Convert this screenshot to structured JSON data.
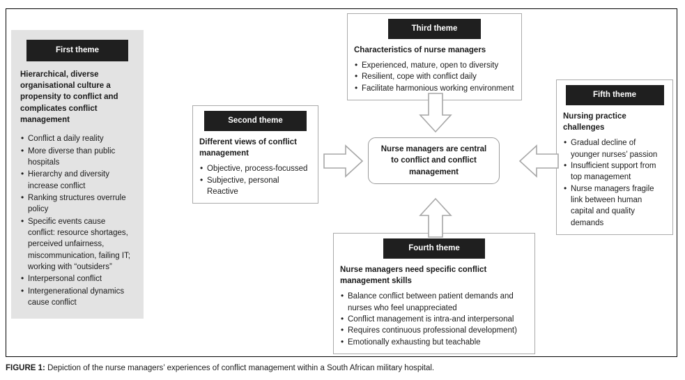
{
  "figure": {
    "caption_label": "FIGURE 1:",
    "caption_text": " Depiction of the nurse managers’ experiences of conflict management within a South African military hospital."
  },
  "center": {
    "text": "Nurse managers are central to conflict and conflict management"
  },
  "themes": {
    "first": {
      "header": "First theme",
      "subtitle": "Hierarchical, diverse organisational culture a propensity to conflict and complicates conflict management",
      "items": [
        "Conflict a daily reality",
        "More diverse than public hospitals",
        "Hierarchy and diversity increase conflict",
        "Ranking structures overrule policy",
        "Specific events cause conflict: resource shortages, perceived unfairness, miscommunication, failing IT; working with “outsiders”",
        "Interpersonal conflict",
        "Intergenerational dynamics cause conflict"
      ]
    },
    "second": {
      "header": "Second theme",
      "subtitle": "Different views of conflict management",
      "items": [
        "Objective, process-focussed",
        "Subjective, personal Reactive"
      ]
    },
    "third": {
      "header": "Third theme",
      "subtitle": "Characteristics of nurse managers",
      "items": [
        "Experienced, mature, open to diversity",
        "Resilient, cope with conflict daily",
        "Facilitate harmonious working environment"
      ]
    },
    "fourth": {
      "header": "Fourth theme",
      "subtitle": "Nurse managers need specific conflict management skills",
      "items": [
        "Balance conflict between patient demands and nurses who feel unappreciated",
        "Conflict management is intra-and interpersonal",
        "Requires continuous professional development)",
        "Emotionally exhausting but teachable"
      ]
    },
    "fifth": {
      "header": "Fifth theme",
      "subtitle": "Nursing practice challenges",
      "items": [
        "Gradual decline of younger nurses’ passion",
        "Insufficient support from top management",
        "Nurse managers fragile link between human capital and quality demands"
      ]
    }
  },
  "arrows": [
    {
      "name": "arrow-left-to-center",
      "direction": "right"
    },
    {
      "name": "arrow-top-to-center",
      "direction": "down"
    },
    {
      "name": "arrow-right-to-center",
      "direction": "left"
    },
    {
      "name": "arrow-bottom-to-center",
      "direction": "up"
    }
  ],
  "colors": {
    "header_bg": "#1f1f1f",
    "header_text": "#ffffff",
    "shaded_box_bg": "#e3e3e3",
    "box_border": "#aaaaaa",
    "arrow_stroke": "#a6a6a6",
    "frame_border": "#000000"
  }
}
